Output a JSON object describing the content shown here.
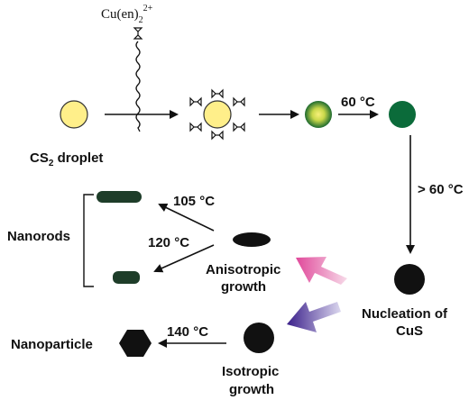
{
  "reagent": {
    "base": "Cu(en)",
    "sub": "2",
    "sup": "2+"
  },
  "droplet": {
    "prefix": "CS",
    "sub": "2",
    "suffix": " droplet"
  },
  "temps": {
    "t60": "60 °C",
    "t_gt60": "> 60 °C",
    "t105": "105 °C",
    "t120": "120 °C",
    "t140": "140 °C"
  },
  "labels": {
    "nanorods": "Nanorods",
    "anisotropic_1": "Anisotropic",
    "anisotropic_2": "growth",
    "nucleation_1": "Nucleation of",
    "nucleation_2": "CuS",
    "isotropic_1": "Isotropic",
    "isotropic_2": "growth",
    "nanoparticle": "Nanoparticle"
  },
  "colors": {
    "droplet_fill": "#ffef8a",
    "green_dark": "#0b6b3a",
    "rod_fill": "#1e3d29",
    "black": "#111111",
    "pink_arrow": "#e0489a",
    "purple_arrow": "#4c2fa0"
  }
}
